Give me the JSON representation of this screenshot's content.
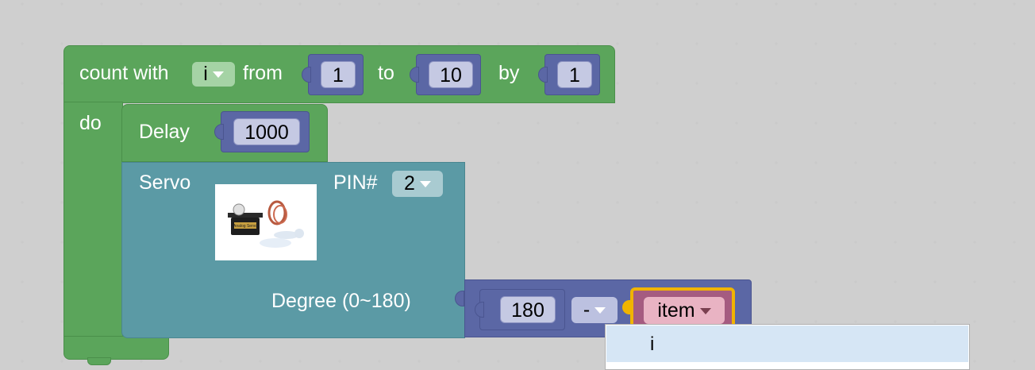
{
  "loop": {
    "count_label": "count with",
    "var": "i",
    "from_label": "from",
    "from": "1",
    "to_label": "to",
    "to": "10",
    "by_label": "by",
    "by": "1",
    "do_label": "do"
  },
  "delay": {
    "label": "Delay",
    "value": "1000"
  },
  "servo": {
    "label": "Servo",
    "pin_label": "PIN#",
    "pin": "2",
    "degree_label": "Degree (0~180)",
    "image_label": "Analog Servo"
  },
  "math": {
    "left": "180",
    "op": "-",
    "var": "item"
  },
  "dropdown": {
    "items": [
      "i"
    ]
  },
  "colors": {
    "loop": "#5ba55b",
    "servo": "#5b9aa5",
    "math": "#5b67a5",
    "variable_highlight": "#f0b400",
    "dropdown_bg": "#d6e6f5"
  }
}
